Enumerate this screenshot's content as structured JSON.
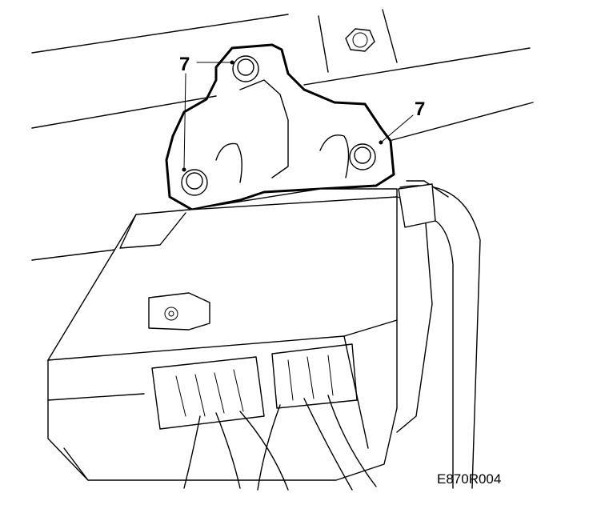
{
  "callouts": [
    {
      "label": "7"
    },
    {
      "label": "7"
    }
  ],
  "figure_code": "E870R004",
  "colors": {
    "ink": "#000000",
    "paper": "#ffffff"
  }
}
